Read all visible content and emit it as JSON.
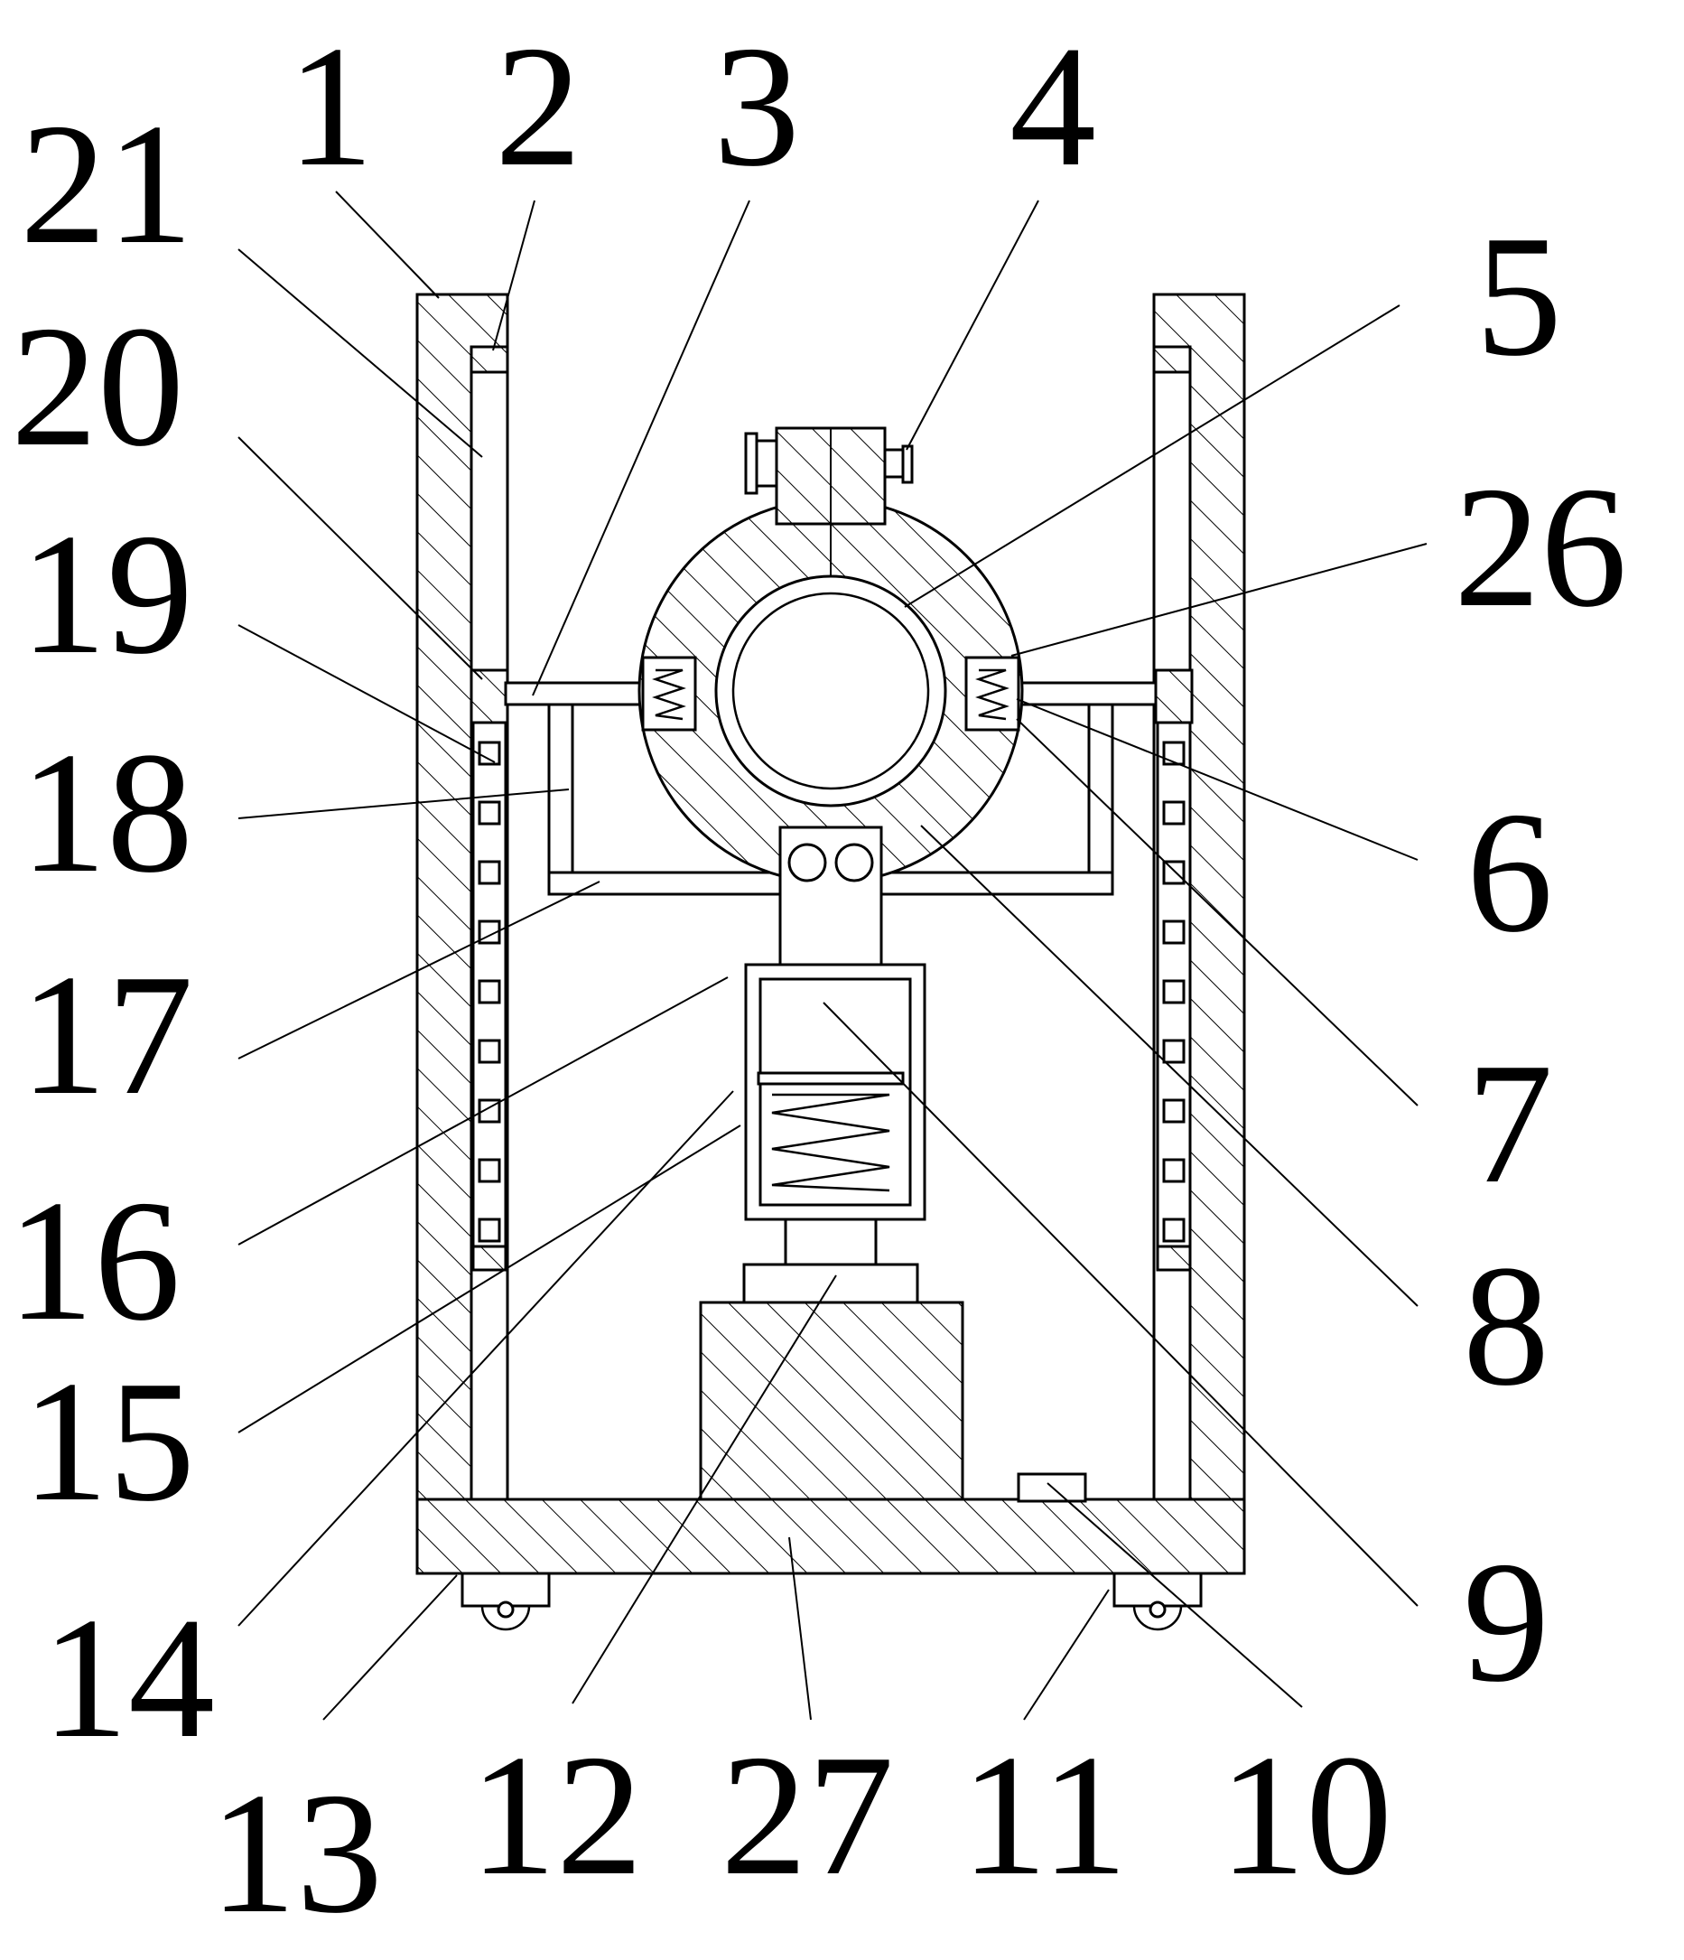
{
  "figure": {
    "callouts": [
      {
        "key": "1",
        "text": "1"
      },
      {
        "key": "2",
        "text": "2"
      },
      {
        "key": "3",
        "text": "3"
      },
      {
        "key": "4",
        "text": "4"
      },
      {
        "key": "5",
        "text": "5"
      },
      {
        "key": "26",
        "text": "26"
      },
      {
        "key": "6",
        "text": "6"
      },
      {
        "key": "7",
        "text": "7"
      },
      {
        "key": "8",
        "text": "8"
      },
      {
        "key": "9",
        "text": "9"
      },
      {
        "key": "10",
        "text": "10"
      },
      {
        "key": "11",
        "text": "11"
      },
      {
        "key": "27",
        "text": "27"
      },
      {
        "key": "12",
        "text": "12"
      },
      {
        "key": "13",
        "text": "13"
      },
      {
        "key": "14",
        "text": "14"
      },
      {
        "key": "15",
        "text": "15"
      },
      {
        "key": "16",
        "text": "16"
      },
      {
        "key": "17",
        "text": "17"
      },
      {
        "key": "18",
        "text": "18"
      },
      {
        "key": "19",
        "text": "19"
      },
      {
        "key": "20",
        "text": "20"
      },
      {
        "key": "21",
        "text": "21"
      }
    ]
  }
}
